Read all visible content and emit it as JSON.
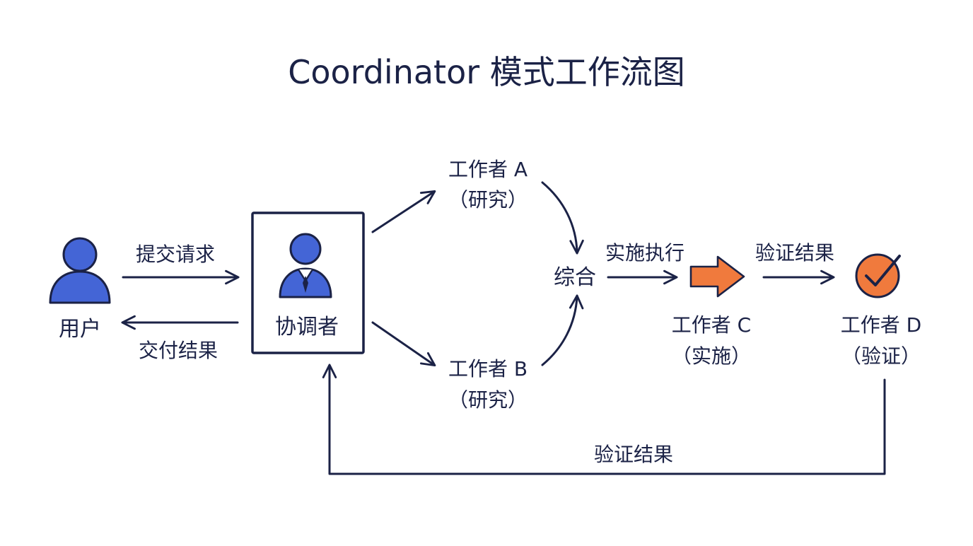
{
  "title": "Coordinator 模式工作流图",
  "nodes": {
    "user": {
      "label": "用户",
      "icon": "user-icon"
    },
    "coordinator": {
      "label": "协调者",
      "icon": "businessman-icon"
    },
    "worker_a": {
      "name": "工作者 A",
      "role": "（研究）"
    },
    "worker_b": {
      "name": "工作者 B",
      "role": "（研究）"
    },
    "synthesize": {
      "label": "综合"
    },
    "worker_c": {
      "name": "工作者 C",
      "role": "（实施）",
      "icon": "arrow-right-icon"
    },
    "worker_d": {
      "name": "工作者 D",
      "role": "（验证）",
      "icon": "check-circle-icon"
    }
  },
  "edges": {
    "submit_request": "提交请求",
    "deliver_result": "交付结果",
    "implement": "实施执行",
    "verify_result": "验证结果",
    "feedback_verify": "验证结果"
  },
  "colors": {
    "ink": "#1b2246",
    "blue": "#4465d6",
    "orange": "#f07a3d"
  }
}
